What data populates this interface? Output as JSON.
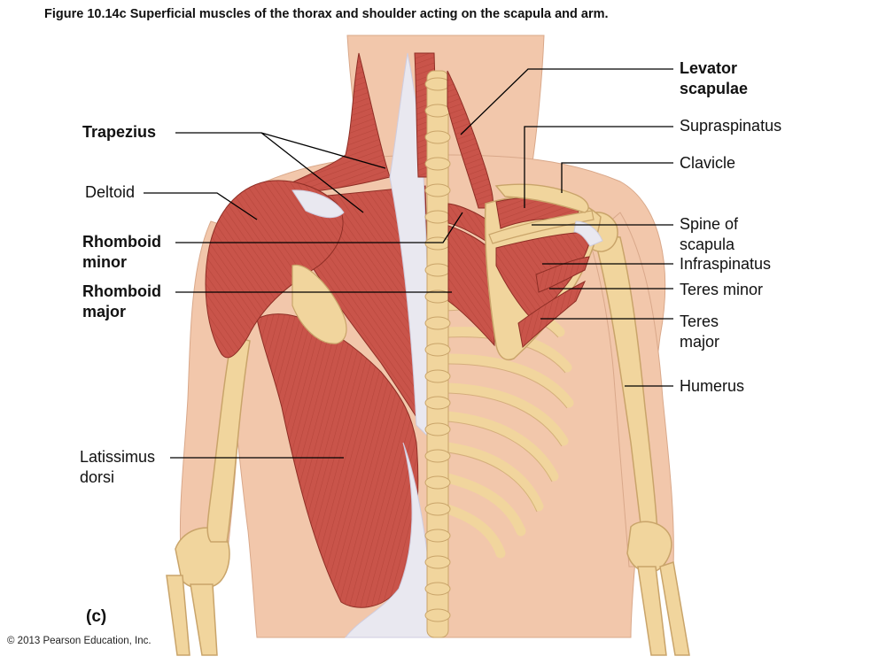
{
  "figure": {
    "title": "Figure 10.14c  Superficial muscles of the thorax and shoulder acting on the scapula and arm.",
    "panel_label": "(c)",
    "copyright": "© 2013 Pearson Education, Inc.",
    "colors": {
      "skin": "#f2c7ab",
      "muscle": "#c9544a",
      "muscle_dark": "#a8392f",
      "tendon": "#e9e8f0",
      "bone": "#f1d59d",
      "bone_edge": "#c9a46a",
      "leader_line": "#000000"
    }
  },
  "labels": {
    "trapezius": {
      "line1": "Trapezius",
      "line2": ""
    },
    "deltoid": {
      "line1": "Deltoid",
      "line2": ""
    },
    "rhomboid_minor": {
      "line1": "Rhomboid",
      "line2": "minor"
    },
    "rhomboid_major": {
      "line1": "Rhomboid",
      "line2": "major"
    },
    "latissimus_dorsi": {
      "line1": "Latissimus",
      "line2": "dorsi"
    },
    "levator_scapulae": {
      "line1": "Levator",
      "line2": "scapulae"
    },
    "supraspinatus": {
      "line1": "Supraspinatus",
      "line2": ""
    },
    "clavicle": {
      "line1": "Clavicle",
      "line2": ""
    },
    "spine_of_scapula": {
      "line1": "Spine of",
      "line2": "scapula"
    },
    "infraspinatus": {
      "line1": "Infraspinatus",
      "line2": ""
    },
    "teres_minor": {
      "line1": "Teres minor",
      "line2": ""
    },
    "teres_major": {
      "line1": "Teres",
      "line2": "major"
    },
    "humerus": {
      "line1": "Humerus",
      "line2": ""
    }
  }
}
